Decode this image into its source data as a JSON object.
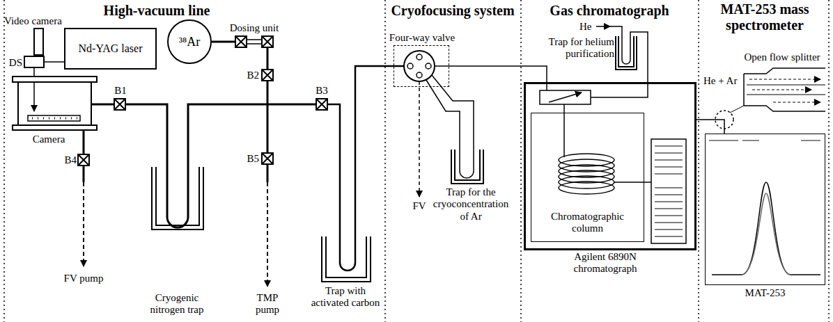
{
  "diagram": {
    "nodes": [
      {
        "text": [
          "Video camera"
        ]
      },
      {
        "text": [
          "DS"
        ]
      },
      {
        "text": [
          "Nd-YAG laser"
        ]
      },
      {
        "text": [
          "³⁸Ar"
        ]
      },
      {
        "text": [
          "Four-way valve"
        ]
      },
      {
        "text": [
          "Agilent 6890N chromatograph"
        ]
      },
      {
        "text": [
          "Chromatographic column"
        ],
        "in": 5
      },
      {
        "text": [
          "MAT-253"
        ]
      }
    ],
    "edges": [
      {
        "from": 2,
        "to": 1,
        "arrow": "none"
      },
      {
        "from": 4,
        "to": 5,
        "arrow": "none"
      },
      {
        "from": 5,
        "to": 7,
        "arrow": "none"
      }
    ],
    "labels": [
      "High-vacuum line",
      "Cryofocusing system",
      "Gas chromatograph",
      "MAT-253 mass spectrometer",
      "Dosing unit",
      "B1",
      "B2",
      "B3",
      "B4",
      "B5",
      "Camera",
      "FV pump",
      "Cryogenic nitrogen trap",
      "TMP pump",
      "Trap with activated carbon",
      "FV",
      "Trap for the cryoconcentration of Ar",
      "He",
      "Trap for helium purification",
      "Open flow splitter",
      "He + Ar"
    ]
  }
}
